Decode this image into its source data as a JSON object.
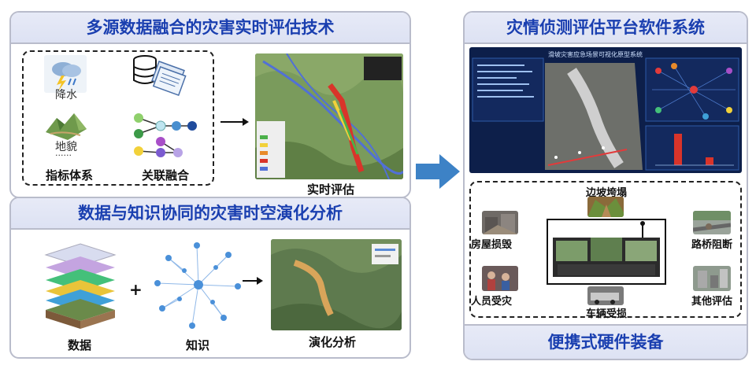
{
  "left_top": {
    "title": "多源数据融合的灾害实时评估技术",
    "items": {
      "rain": "降水",
      "landform": "地貌",
      "dots": "......",
      "index_system": "指标体系",
      "fusion": "关联融合",
      "realtime": "实时评估"
    }
  },
  "left_bottom": {
    "title": "数据与知识协同的灾害时空演化分析",
    "plus": "+",
    "items": {
      "data": "数据",
      "knowledge": "知识",
      "evolution": "演化分析"
    }
  },
  "right": {
    "title": "灾情侦测评估平台软件系统",
    "screen_title": "滑坡灾害应急场景可视化原型系统",
    "labels": {
      "slope": "边坡垮塌",
      "house": "房屋损毁",
      "bridge": "路桥阻断",
      "people": "人员受灾",
      "other": "其他评估",
      "vehicle": "车辆受损"
    },
    "footer": "便携式硬件装备"
  },
  "colors": {
    "header_text": "#1a3fb0",
    "arrow": "#3d82c6",
    "panel_border": "#b9bccb",
    "screen_bg": "#0d1f4a"
  }
}
